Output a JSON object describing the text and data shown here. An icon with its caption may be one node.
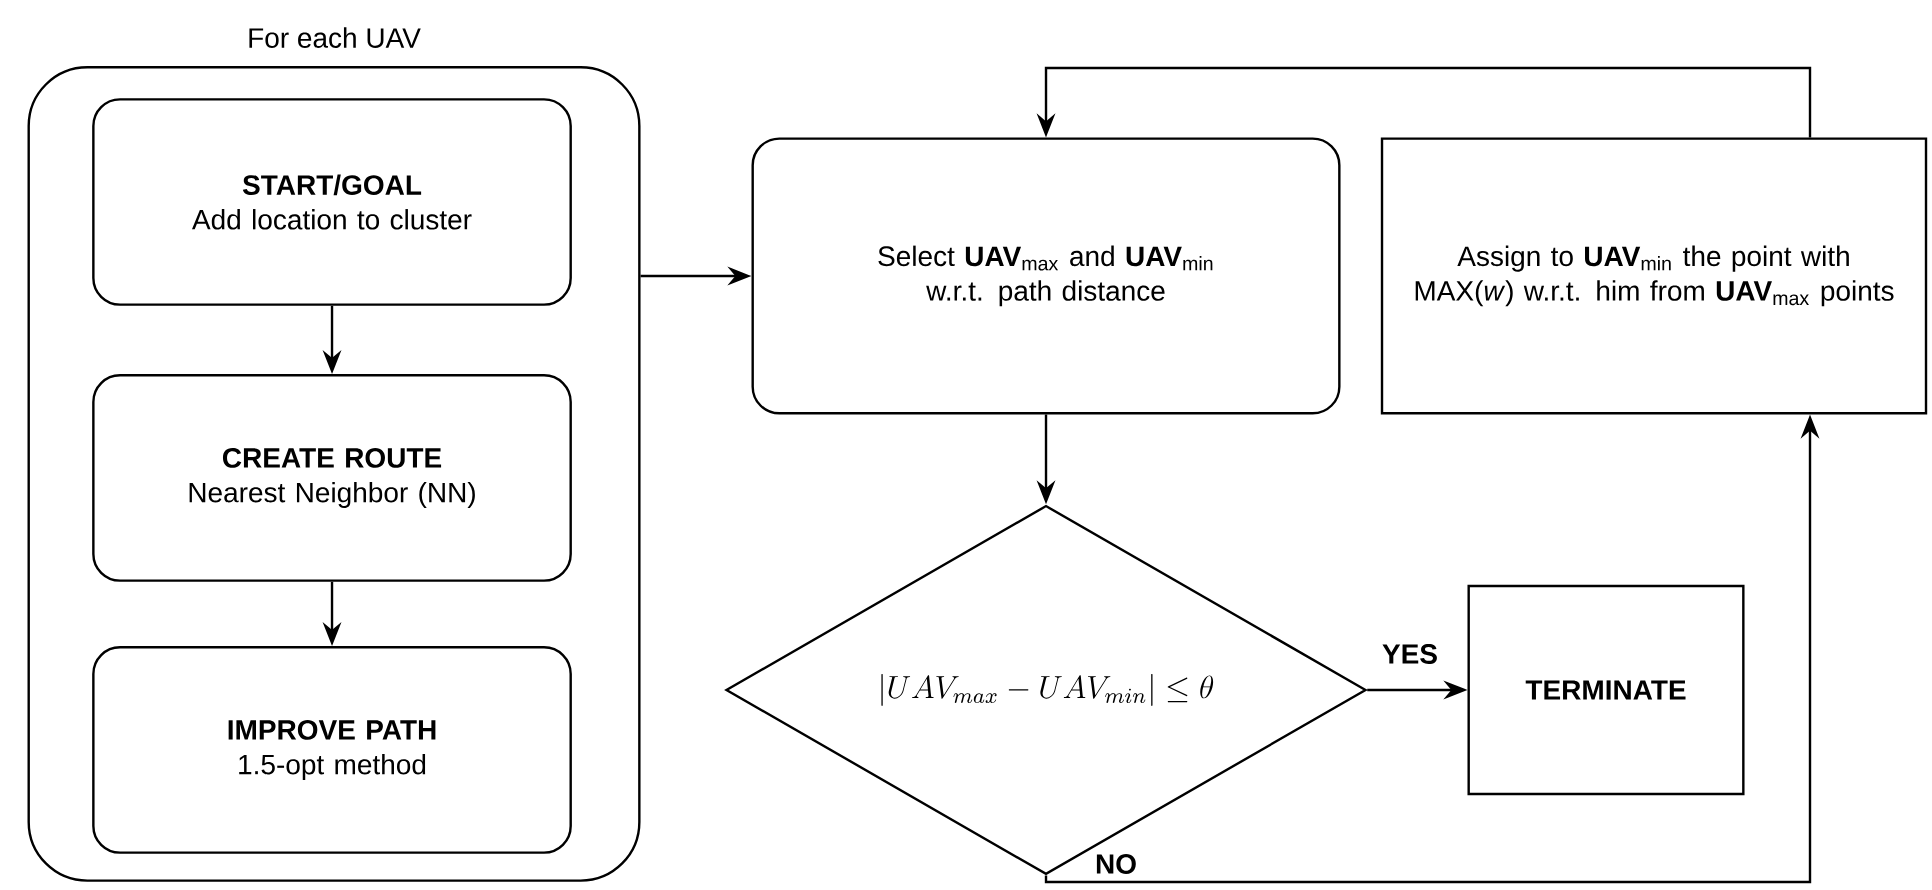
{
  "diagram": {
    "nodes": [
      {
        "text": [
          "For each UAV"
        ]
      },
      {
        "text": [
          "START/GOAL",
          "Add location to cluster"
        ],
        "in": 0
      },
      {
        "text": [
          "CREATE ROUTE",
          "Nearest Neighbor (NN)"
        ],
        "in": 0
      },
      {
        "text": [
          "IMPROVE PATH",
          "1.5-opt method"
        ],
        "in": 0
      },
      {
        "text": [
          "Select **UAV**$_{max}$ and **UAV**$_{min}$ w.r.t. path distance"
        ]
      },
      {
        "text": [
          "|UAV_{max} - UAV_{min}| \\le \\theta"
        ]
      },
      {
        "text": [
          "TERMINATE"
        ]
      },
      {
        "text": [
          "Assign to **UAV**$_{min}$ the point with MAX(*w*) w.r.t. him from **UAV**$_{max}$ points"
        ]
      }
    ],
    "edges": [
      {
        "from": 0,
        "to": 4,
        "arrow": "to"
      },
      {
        "from": 1,
        "to": 2,
        "arrow": "to"
      },
      {
        "from": 2,
        "to": 3,
        "arrow": "to"
      },
      {
        "from": 4,
        "to": 5,
        "arrow": "to"
      },
      {
        "from": 5,
        "to": 6,
        "arrow": "to",
        "label": "YES"
      },
      {
        "from": 5,
        "to": 7,
        "arrow": "to",
        "label": "NO"
      },
      {
        "from": 7,
        "to": 4,
        "arrow": "to"
      }
    ]
  }
}
